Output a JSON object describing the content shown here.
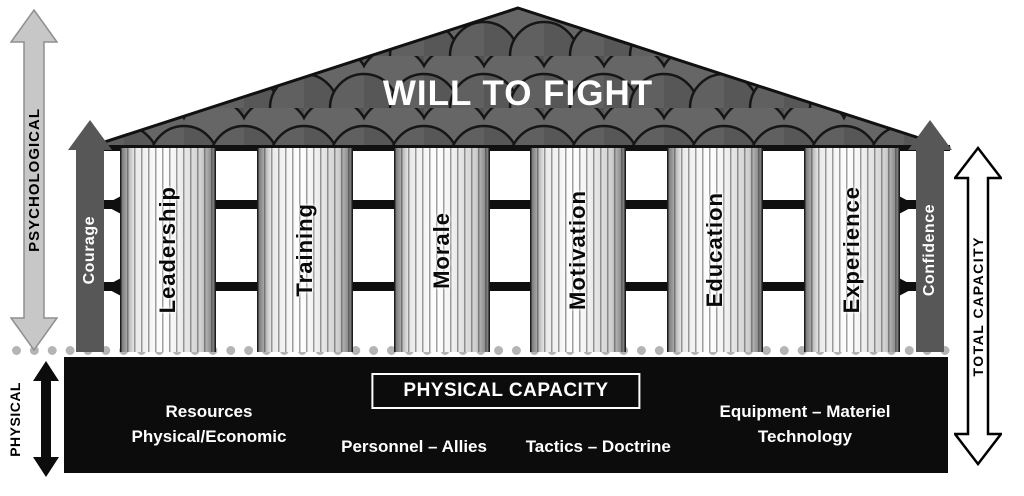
{
  "title": "WILL TO FIGHT",
  "axes": {
    "psychological": "PSYCHOLOGICAL",
    "physical": "PHYSICAL",
    "total_capacity": "TOTAL CAPACITY"
  },
  "supports": {
    "left": "Courage",
    "right": "Confidence"
  },
  "columns": [
    "Leadership",
    "Training",
    "Morale",
    "Motivation",
    "Education",
    "Experience"
  ],
  "foundation": {
    "title": "PHYSICAL CAPACITY",
    "left_line1": "Resources",
    "left_line2": "Physical/Economic",
    "center_left": "Personnel – Allies",
    "center_right": "Tactics – Doctrine",
    "right_line1": "Equipment – Materiel",
    "right_line2": "Technology"
  },
  "colors": {
    "foundation_bg": "#0c0c0c",
    "support_gray": "#575757",
    "psych_arrow_gray": "#c7c7c7",
    "tie_black": "#0f0f0f"
  }
}
